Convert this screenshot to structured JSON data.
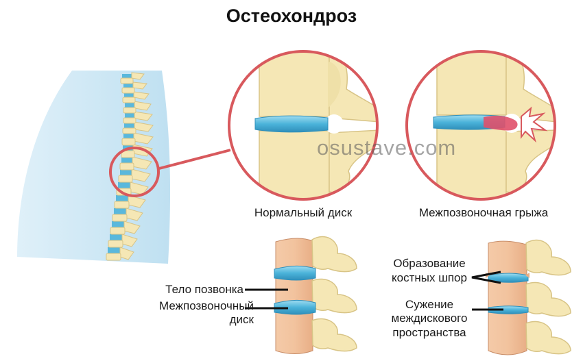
{
  "title": "Остеохондроз",
  "watermark": "osustave.com",
  "labels": {
    "normal_disc": "Нормальный диск",
    "herniation": "Межпозвоночная грыжа",
    "vertebral_body": "Тело позвонка",
    "intervertebral_disc_line1": "Межпозвоночный",
    "intervertebral_disc_line2": "диск",
    "bone_spurs_line1": "Образование",
    "bone_spurs_line2": "костных шпор",
    "narrowing_line1": "Сужение",
    "narrowing_line2": "междискового",
    "narrowing_line3": "пространства"
  },
  "colors": {
    "bone": "#f5e7b5",
    "bone_outline": "#d8c486",
    "disc": "#5ab8dc",
    "circle": "#d8595d",
    "body_silhouette": "#cbe6f4",
    "spine_block_body": "#f0bf9c",
    "herniation": "#e0506a"
  }
}
